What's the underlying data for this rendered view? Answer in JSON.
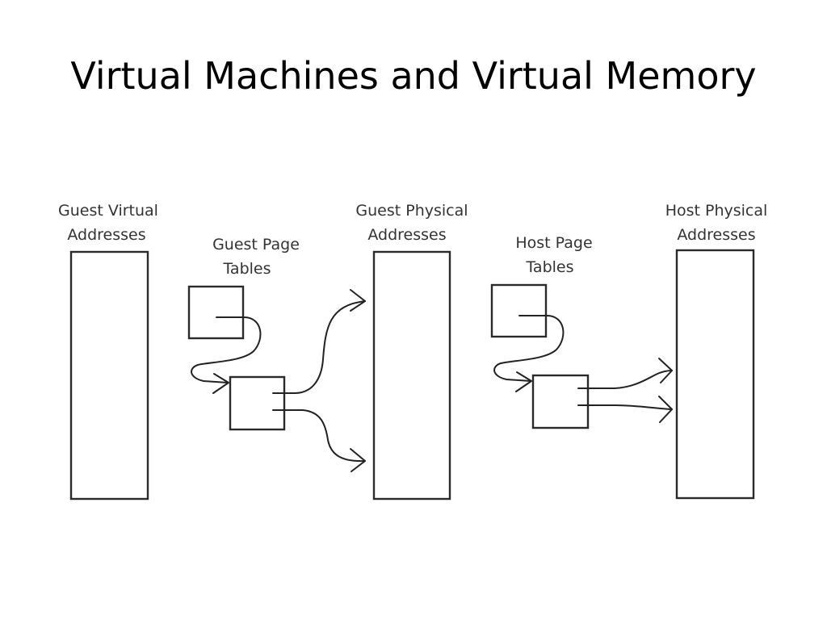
{
  "slide": {
    "title": "Virtual Machines and Virtual Memory"
  },
  "diagram": {
    "labels": {
      "guest_virtual": [
        "Guest Virtual",
        "Addresses"
      ],
      "guest_page_tables": [
        "Guest Page",
        "Tables"
      ],
      "guest_physical": [
        "Guest Physical",
        "Addresses"
      ],
      "host_page_tables": [
        "Host Page",
        "Tables"
      ],
      "host_physical": [
        "Host Physical",
        "Addresses"
      ]
    }
  }
}
